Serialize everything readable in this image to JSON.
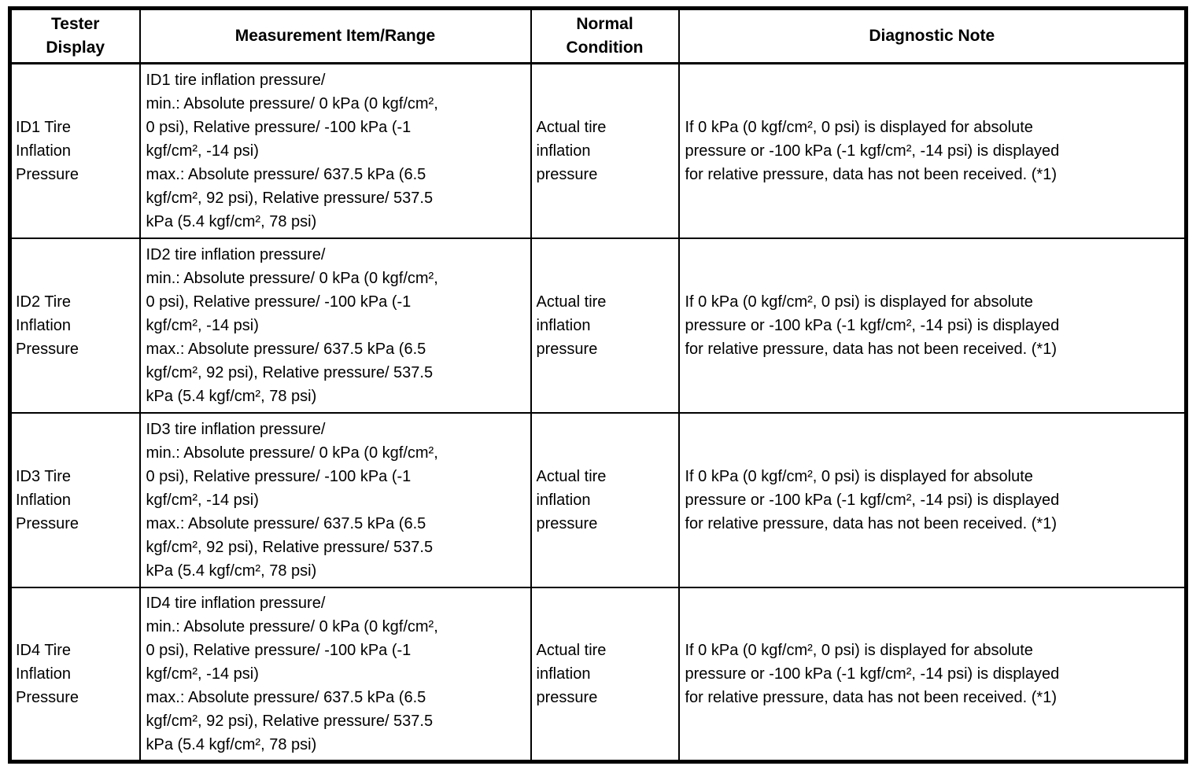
{
  "colors": {
    "background": "#ffffff",
    "text": "#000000",
    "border": "#000000"
  },
  "table": {
    "headers": [
      "Tester\nDisplay",
      "Measurement Item/Range",
      "Normal\nCondition",
      "Diagnostic Note"
    ],
    "rows": [
      {
        "tester_display": "ID1 Tire\nInflation\nPressure",
        "measurement_item_range": "ID1 tire inflation pressure/\nmin.: Absolute pressure/ 0 kPa (0 kgf/cm²,\n0 psi), Relative pressure/ -100 kPa (-1\nkgf/cm², -14 psi)\nmax.: Absolute pressure/ 637.5 kPa (6.5\nkgf/cm², 92 psi), Relative pressure/ 537.5\nkPa (5.4 kgf/cm², 78 psi)",
        "normal_condition": "Actual tire\ninflation\npressure",
        "diagnostic_note": "If 0 kPa (0 kgf/cm², 0 psi) is displayed for absolute\npressure or -100 kPa (-1 kgf/cm², -14 psi) is displayed\nfor relative pressure, data has not been received. (*1)"
      },
      {
        "tester_display": "ID2 Tire\nInflation\nPressure",
        "measurement_item_range": "ID2 tire inflation pressure/\nmin.: Absolute pressure/ 0 kPa (0 kgf/cm²,\n0 psi), Relative pressure/ -100 kPa (-1\nkgf/cm², -14 psi)\nmax.: Absolute pressure/ 637.5 kPa (6.5\nkgf/cm², 92 psi), Relative pressure/ 537.5\nkPa (5.4 kgf/cm², 78 psi)",
        "normal_condition": "Actual tire\ninflation\npressure",
        "diagnostic_note": "If 0 kPa (0 kgf/cm², 0 psi) is displayed for absolute\npressure or -100 kPa (-1 kgf/cm², -14 psi) is displayed\nfor relative pressure, data has not been received. (*1)"
      },
      {
        "tester_display": "ID3 Tire\nInflation\nPressure",
        "measurement_item_range": "ID3 tire inflation pressure/\nmin.: Absolute pressure/ 0 kPa (0 kgf/cm²,\n0 psi), Relative pressure/ -100 kPa (-1\nkgf/cm², -14 psi)\nmax.: Absolute pressure/ 637.5 kPa (6.5\nkgf/cm², 92 psi), Relative pressure/ 537.5\nkPa (5.4 kgf/cm², 78 psi)",
        "normal_condition": "Actual tire\ninflation\npressure",
        "diagnostic_note": "If 0 kPa (0 kgf/cm², 0 psi) is displayed for absolute\npressure or -100 kPa (-1 kgf/cm², -14 psi) is displayed\nfor relative pressure, data has not been received. (*1)"
      },
      {
        "tester_display": "ID4 Tire\nInflation\nPressure",
        "measurement_item_range": "ID4 tire inflation pressure/\nmin.: Absolute pressure/ 0 kPa (0 kgf/cm²,\n0 psi), Relative pressure/ -100 kPa (-1\nkgf/cm², -14 psi)\nmax.: Absolute pressure/ 637.5 kPa (6.5\nkgf/cm², 92 psi), Relative pressure/ 537.5\nkPa (5.4 kgf/cm², 78 psi)",
        "normal_condition": "Actual tire\ninflation\npressure",
        "diagnostic_note": "If 0 kPa (0 kgf/cm², 0 psi) is displayed for absolute\npressure or -100 kPa (-1 kgf/cm², -14 psi) is displayed\nfor relative pressure, data has not been received. (*1)"
      }
    ]
  }
}
